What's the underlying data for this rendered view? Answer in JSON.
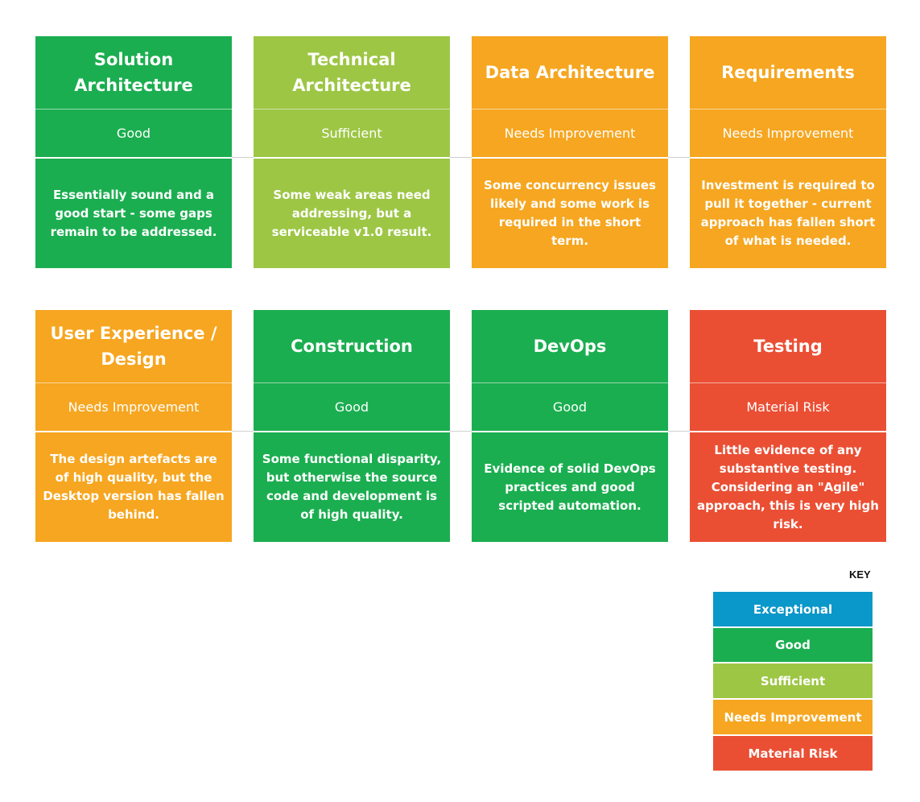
{
  "cards": [
    {
      "title": "Solution Architecture",
      "rating": "Good",
      "description": "Essentially sound and a good start - some gaps remain to be addressed."
    },
    {
      "title": "Technical Architecture",
      "rating": "Sufficient",
      "description": "Some weak areas need addressing, but a serviceable v1.0 result."
    },
    {
      "title": "Data Architecture",
      "rating": "Needs Improvement",
      "description": "Some concurrency issues likely and some work is required in the short term."
    },
    {
      "title": "Requirements",
      "rating": "Needs Improvement",
      "description": "Investment is required to pull it together - current approach has fallen short of what is needed."
    },
    {
      "title": "User Experience / Design",
      "rating": "Needs Improvement",
      "description": "The design artefacts are of high quality, but the Desktop version has fallen behind."
    },
    {
      "title": "Construction",
      "rating": "Good",
      "description": "Some functional disparity, but otherwise the source code and development is of high quality."
    },
    {
      "title": "DevOps",
      "rating": "Good",
      "description": "Evidence of solid DevOps practices and good scripted automation."
    },
    {
      "title": "Testing",
      "rating": "Material Risk",
      "description": "Little evidence of any substantive testing. Considering an \"Agile\" approach, this is very high risk."
    }
  ],
  "key": {
    "title": "KEY",
    "items": [
      {
        "label": "Exceptional",
        "color": "#0a97c9"
      },
      {
        "label": "Good",
        "color": "#1bae50"
      },
      {
        "label": "Sufficient",
        "color": "#9dc645"
      },
      {
        "label": "Needs Improvement",
        "color": "#f6a620"
      },
      {
        "label": "Material Risk",
        "color": "#ea4f34"
      }
    ]
  },
  "colors": {
    "good": "#1bae50",
    "sufficient": "#9dc645",
    "needs_improvement": "#f6a620",
    "material_risk": "#ea4f34",
    "exceptional": "#0a97c9"
  }
}
